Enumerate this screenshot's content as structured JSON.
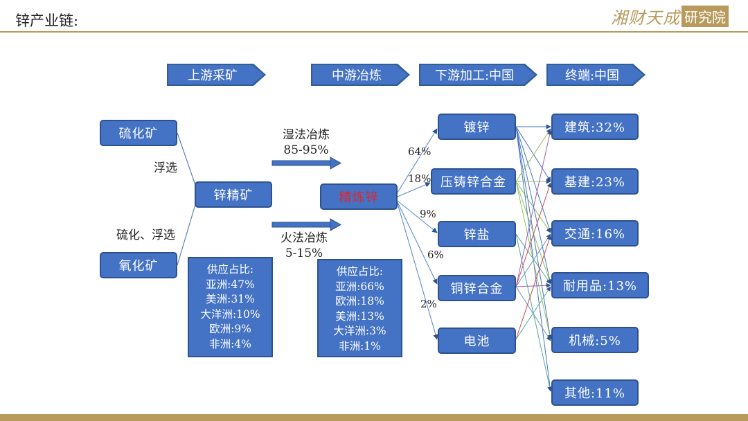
{
  "header": {
    "title": "锌产业链:",
    "logo_text": "湘财天成",
    "logo_boxed": "研究院"
  },
  "stages": [
    "上游采矿",
    "中游冶炼",
    "下游加工:中国",
    "终端:中国"
  ],
  "upstream": {
    "sulfide_ore": "硫化矿",
    "oxide_ore": "氧化矿",
    "flotation_label": "浮选",
    "sulfide_flotation_label": "硫化、浮选",
    "concentrate": "锌精矿"
  },
  "supply_share_mining": [
    "供应占比:",
    "亚洲:47%",
    "美洲:31%",
    "大洋洲:10%",
    "欧洲:9%",
    "非洲:4%"
  ],
  "supply_share_refining": [
    "供应占比:",
    "亚洲:66%",
    "欧洲:18%",
    "美洲:13%",
    "大洋洲:3%",
    "非洲:1%"
  ],
  "methods": {
    "wet": {
      "name": "湿法冶炼",
      "range": "85-95%"
    },
    "fire": {
      "name": "火法冶炼",
      "range": "5-15%"
    }
  },
  "refined_zinc": "精炼锌",
  "processing": [
    {
      "label": "镀锌",
      "pct": "64%"
    },
    {
      "label": "压铸锌合金",
      "pct": "18%"
    },
    {
      "label": "锌盐",
      "pct": "9%"
    },
    {
      "label": "铜锌合金",
      "pct": "6%"
    },
    {
      "label": "电池",
      "pct": "2%"
    }
  ],
  "terminal": [
    "建筑:32%",
    "基建:23%",
    "交通:16%",
    "耐用品:13%",
    "机械:5%",
    "其他:11%"
  ],
  "colors": {
    "box_fill": "#4472c4",
    "box_border": "#2e528f",
    "accent_gold": "#b89a5c",
    "refined_text": "#e0262b"
  }
}
